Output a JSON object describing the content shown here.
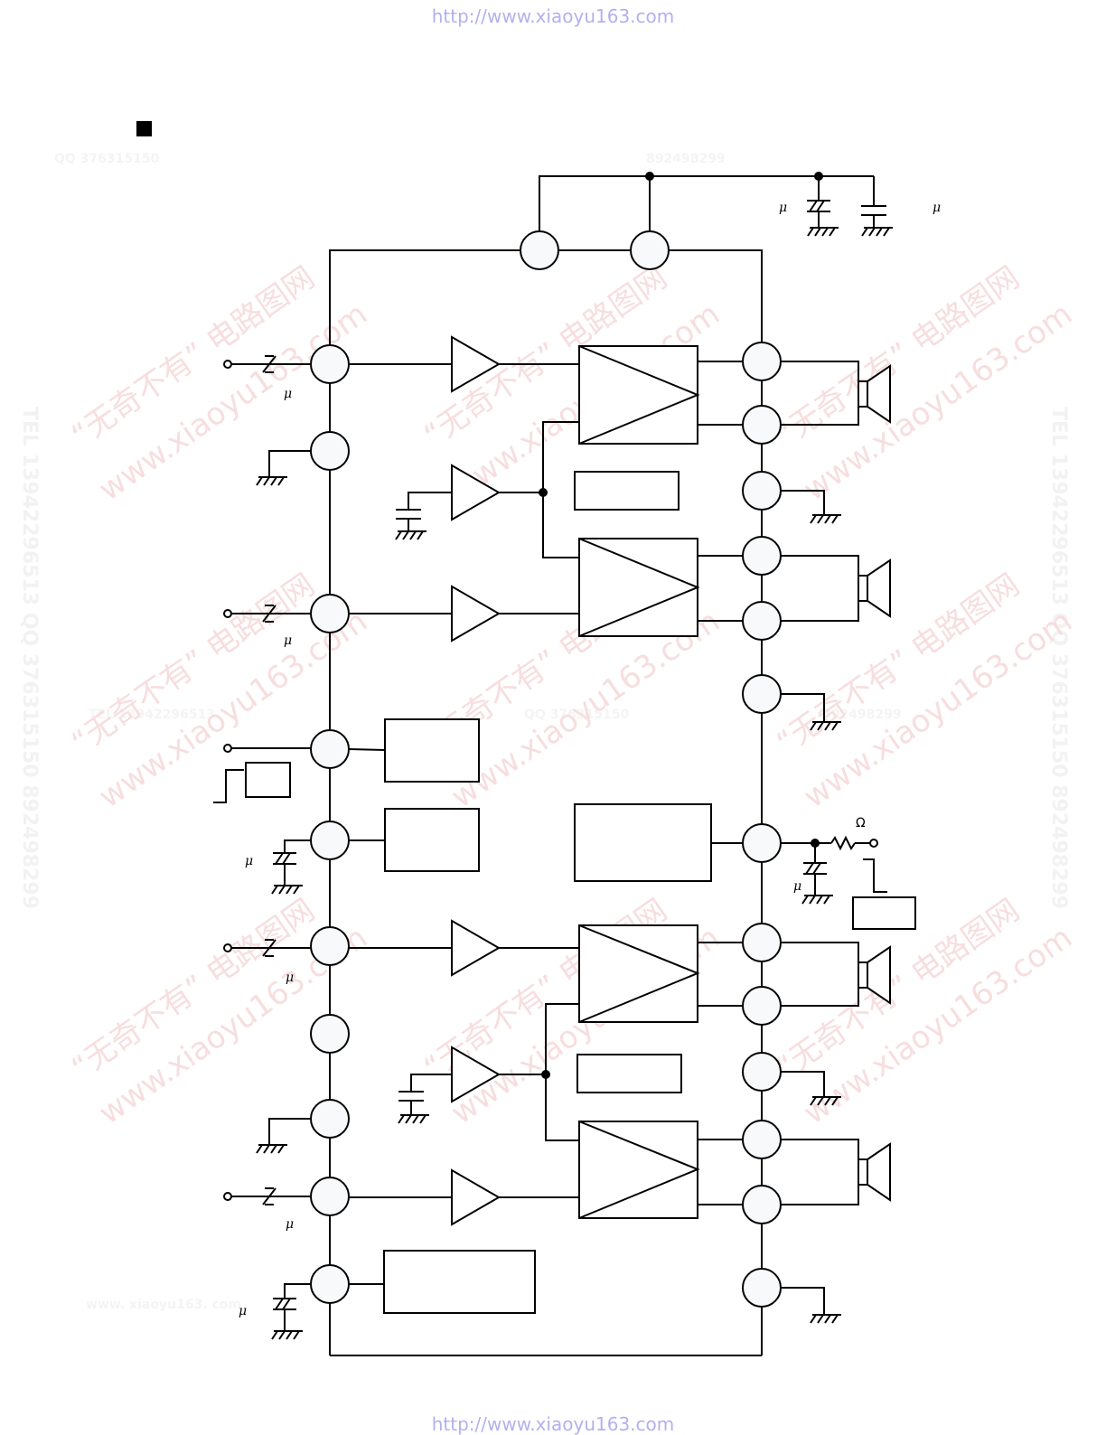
{
  "header": {
    "url": "http://www.xiaoyu163.com"
  },
  "footer": {
    "url": "http://www.xiaoyu163.com"
  },
  "watermarks": {
    "top_qq": "QQ 376315150",
    "top_num": "892498299",
    "mid_tel": "TEL 13942296513",
    "mid_qq": "QQ 376315150",
    "mid_num": "892498299",
    "bottom_site": "www. xiaoyu163. com",
    "side": "TEL 13942296513  QQ 376315150  892498299",
    "diag_cn": "“无奇不有” 电路图网",
    "diag_site": "www.xiaoyu163.com"
  },
  "labels": {
    "mu": "μ",
    "ohm": "Ω"
  },
  "colors": {
    "line": "#000000",
    "pin_fill": "#f7f9fb",
    "url": "#b3b0ee",
    "watermark_red": "#f7dede",
    "watermark_gray": "#f4f4f4"
  }
}
